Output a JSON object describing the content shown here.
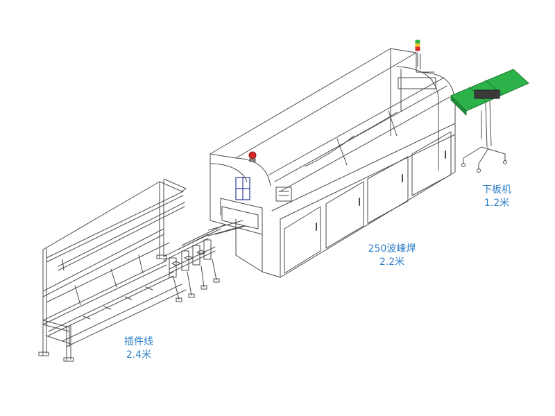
{
  "sections": {
    "insertion_line": {
      "name": "插件线",
      "length": "2.4米"
    },
    "wave_solder": {
      "name": "250波峰焊",
      "length": "2.2米"
    },
    "unloader": {
      "name": "下板机",
      "length": "1.2米"
    }
  },
  "colors": {
    "label": "#2e7fc7",
    "line": "#4a4a4a",
    "conveyor": "#2db24a",
    "window": "#2c3e9e",
    "estop": "#d62828"
  }
}
